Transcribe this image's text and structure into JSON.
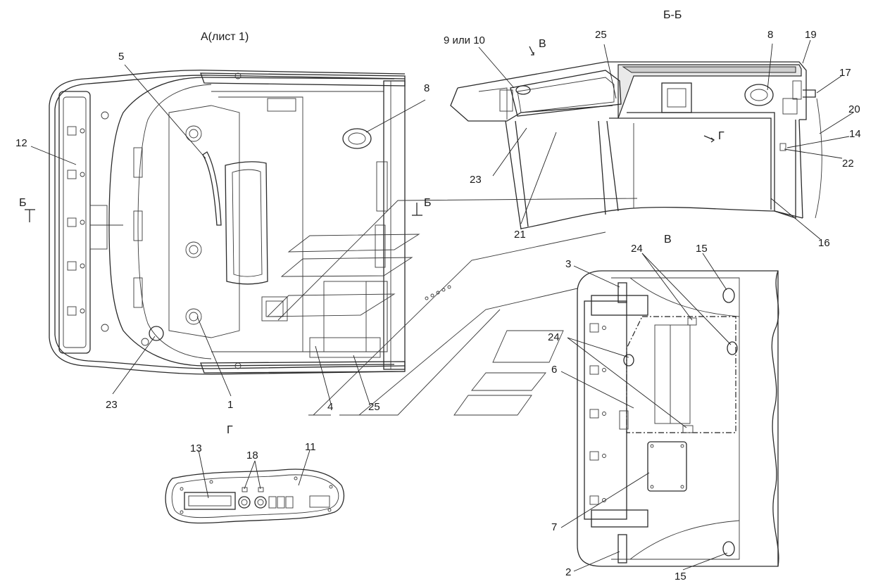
{
  "views": {
    "view_a": "А(лист 1)",
    "view_bb": "Б-Б",
    "view_v": "В",
    "view_g": "Г",
    "dir_v": "В",
    "dir_g": "Г",
    "cut_left": "Б",
    "cut_right": "Б"
  },
  "callouts": {
    "c1": "1",
    "c2": "2",
    "c3": "3",
    "c4": "4",
    "c5": "5",
    "c6": "6",
    "c7": "7",
    "c8a": "8",
    "c8b": "8",
    "c9": "9 или 10",
    "c11": "11",
    "c12": "12",
    "c13": "13",
    "c14": "14",
    "c15a": "15",
    "c15b": "15",
    "c16": "16",
    "c17": "17",
    "c18": "18",
    "c19": "19",
    "c20": "20",
    "c21": "21",
    "c22": "22",
    "c23a": "23",
    "c23b": "23",
    "c24a": "24",
    "c24b": "24",
    "c25a": "25",
    "c25b": "25"
  }
}
